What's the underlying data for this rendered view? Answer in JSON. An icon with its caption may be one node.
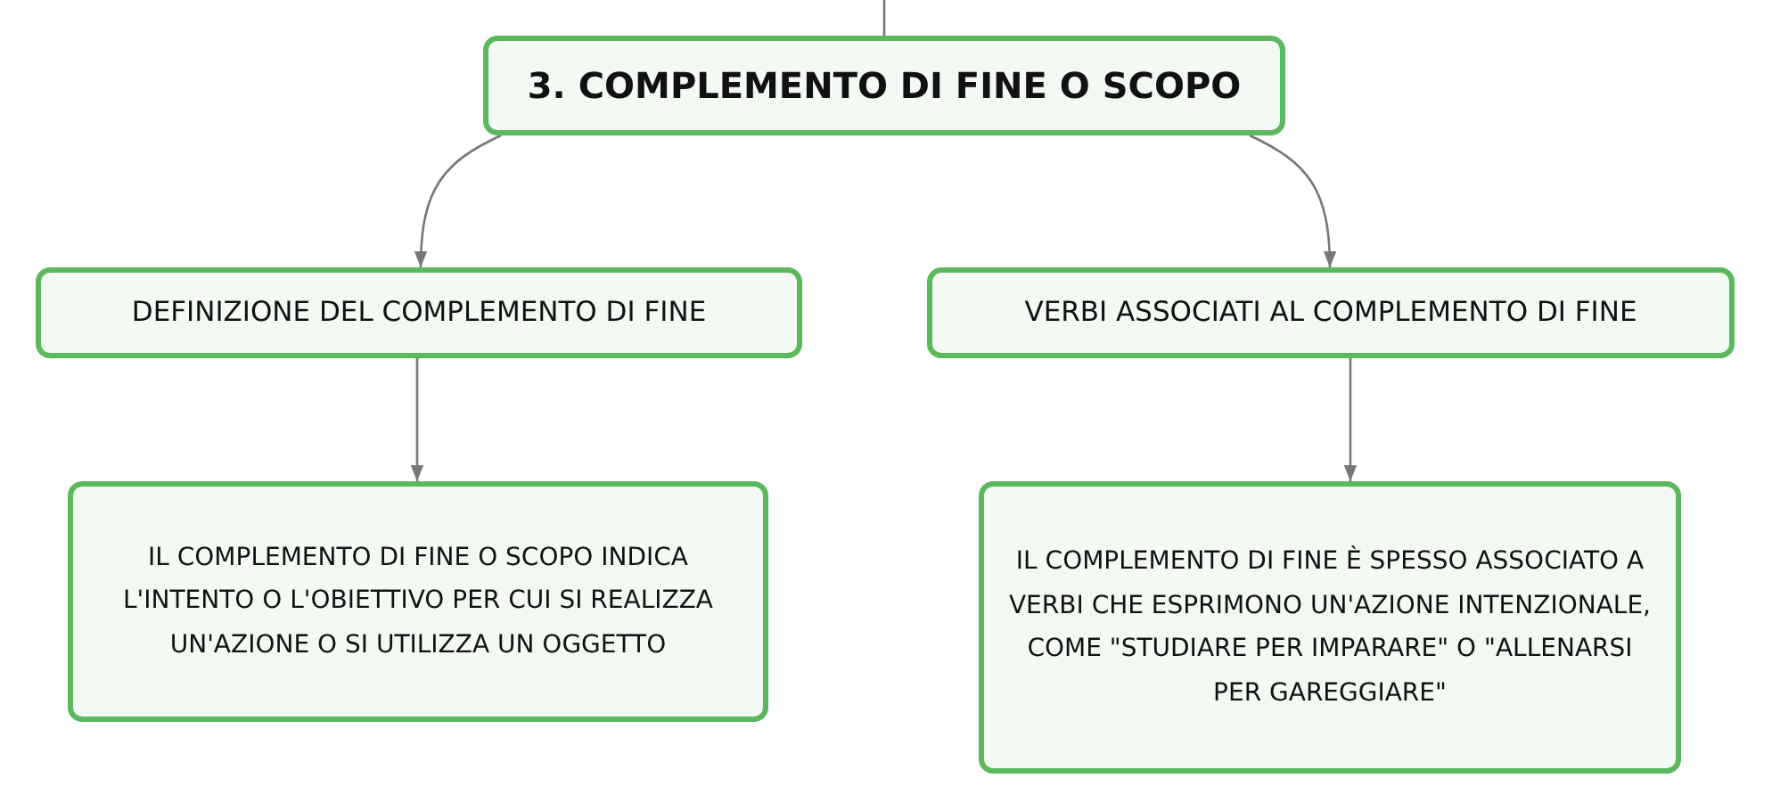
{
  "diagram": {
    "nodes": [
      {
        "text": [
          "3. COMPLEMENTO DI FINE O SCOPO"
        ]
      },
      {
        "text": [
          "DEFINIZIONE DEL COMPLEMENTO DI FINE"
        ]
      },
      {
        "text": [
          "VERBI ASSOCIATI AL COMPLEMENTO DI FINE"
        ]
      },
      {
        "text": [
          "IL COMPLEMENTO DI FINE O SCOPO INDICA L'INTENTO O L'OBIETTIVO PER CUI SI REALIZZA UN'AZIONE O SI UTILIZZA UN OGGETTO"
        ]
      },
      {
        "text": [
          "IL COMPLEMENTO DI FINE È SPESSO ASSOCIATO A VERBI CHE ESPRIMONO UN'AZIONE INTENZIONALE, COME \"STUDIARE PER IMPARARE\" O \"ALLENARSI PER GAREGGIARE\""
        ]
      }
    ],
    "edges": [
      {
        "from": null,
        "to": 0,
        "arrow": "none"
      },
      {
        "from": 0,
        "to": 1,
        "arrow": "to"
      },
      {
        "from": 0,
        "to": 2,
        "arrow": "to"
      },
      {
        "from": 1,
        "to": 3,
        "arrow": "to"
      },
      {
        "from": 2,
        "to": 4,
        "arrow": "to"
      }
    ]
  }
}
